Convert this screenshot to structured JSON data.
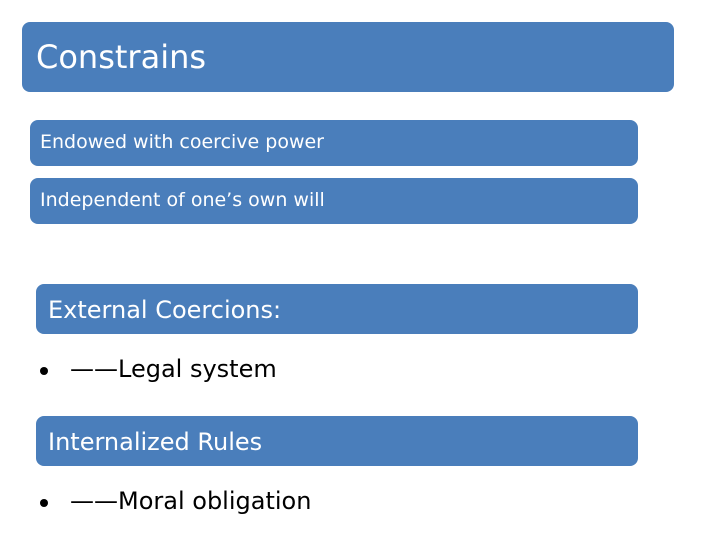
{
  "slide": {
    "title": "Constrains",
    "accent_color": "#4a7ebb",
    "text_on_accent_color": "#ffffff",
    "body_text_color": "#000000",
    "background_color": "#ffffff",
    "bars": [
      {
        "label": "Endowed with coercive power"
      },
      {
        "label": "Independent of one’s own will"
      },
      {
        "label": "External Coercions:"
      },
      {
        "label": "Internalized Rules"
      }
    ],
    "bullets": [
      {
        "marker": "bullet-dot",
        "label": "——Legal system"
      },
      {
        "marker": "bullet-dot",
        "label": "——Moral obligation"
      }
    ]
  }
}
